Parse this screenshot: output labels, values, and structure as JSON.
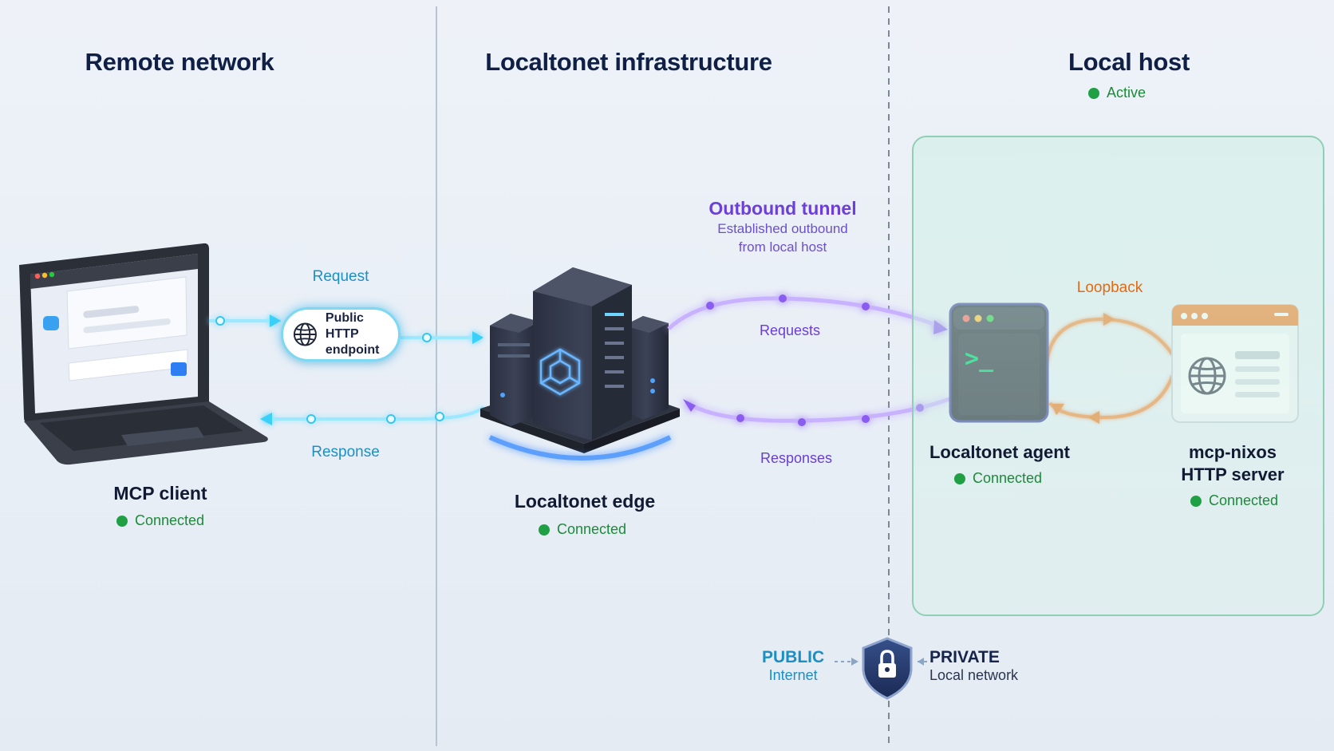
{
  "columns": {
    "remote": "Remote network",
    "infra": "Localtonet infrastructure",
    "local": "Local host"
  },
  "local_status": "Active",
  "nodes": {
    "client": {
      "name": "MCP client",
      "status": "Connected"
    },
    "endpoint": {
      "line1": "Public HTTP",
      "line2": "endpoint"
    },
    "edge": {
      "name": "Localtonet edge",
      "status": "Connected"
    },
    "agent": {
      "name": "Localtonet agent",
      "status": "Connected",
      "prompt": ">_"
    },
    "server": {
      "line1": "mcp-nixos",
      "line2": "HTTP server",
      "status": "Connected"
    }
  },
  "flows": {
    "request": "Request",
    "response": "Response",
    "requests": "Requests",
    "responses": "Responses",
    "loopback": "Loopback"
  },
  "tunnel": {
    "title": "Outbound tunnel",
    "line1": "Established outbound",
    "line2": "from local host"
  },
  "legend": {
    "public": "PUBLIC",
    "public_sub": "Internet",
    "private": "PRIVATE",
    "private_sub": "Local network"
  },
  "colors": {
    "cyan": "#2fc3ef",
    "purple": "#8a5cf0",
    "orange": "#f07a22",
    "status_green": "#1fa045",
    "title_navy": "#0f1f45"
  },
  "icons": [
    "laptop-icon",
    "globe-icon",
    "server-cluster-icon",
    "terminal-icon",
    "browser-window-icon",
    "lock-shield-icon"
  ]
}
